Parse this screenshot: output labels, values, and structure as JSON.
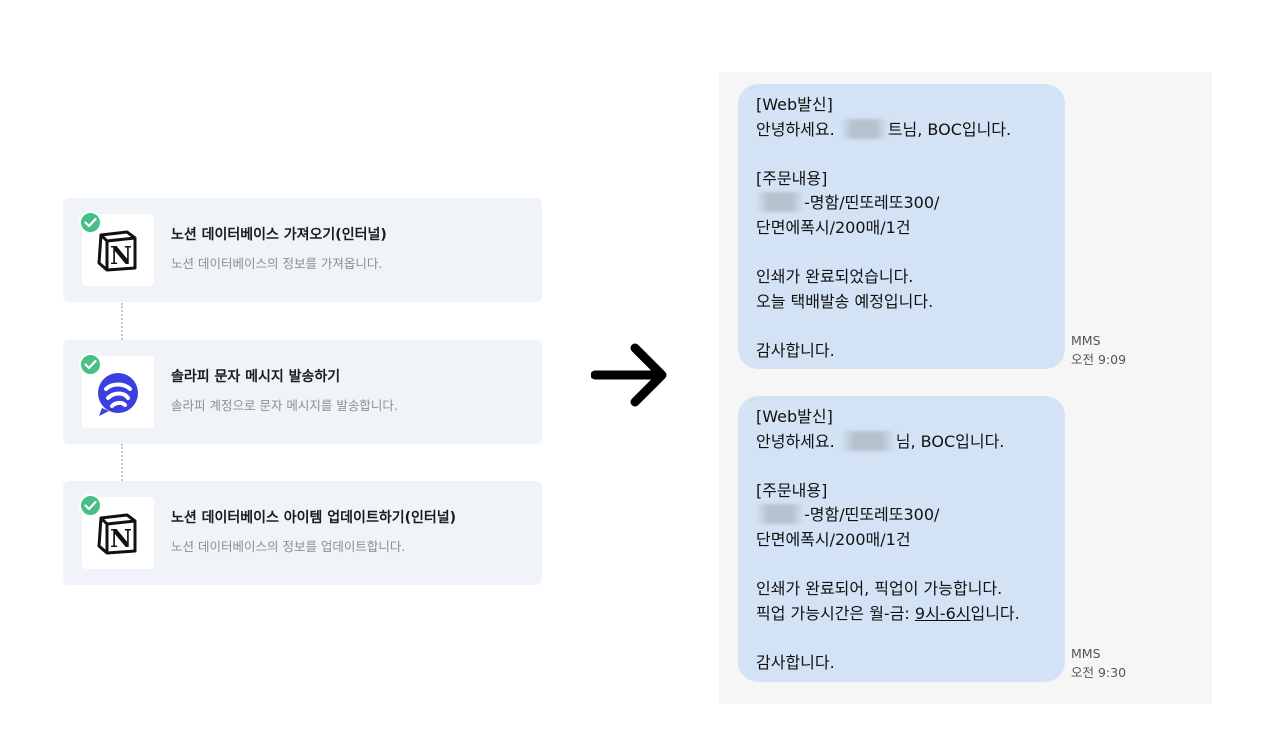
{
  "workflow": {
    "steps": [
      {
        "icon": "notion-logo-icon",
        "title": "노션 데이터베이스 가져오기(인터널)",
        "description": "노션 데이터베이스의 정보를 가져옵니다.",
        "completed": true
      },
      {
        "icon": "solapi-logo-icon",
        "title": "솔라피 문자 메시지 발송하기",
        "description": "솔라피 계정으로 문자 메시지를 발송합니다.",
        "completed": true
      },
      {
        "icon": "notion-logo-icon",
        "title": "노션 데이터베이스 아이템 업데이트하기(인터널)",
        "description": "노션 데이터베이스의 정보를 업데이트합니다.",
        "completed": true
      }
    ],
    "arrow_icon": "arrow-right-icon"
  },
  "messages": [
    {
      "lines": {
        "l1": "[Web발신]",
        "l2_prefix": "안녕하세요. ",
        "l2_fragment": "트",
        "l2_suffix": "님, BOC입니다.",
        "l4": "[주문내용]",
        "l5_suffix": "-명함/띤또레또300/",
        "l6": "단면에폭시/200매/1건",
        "l8": "인쇄가 완료되었습니다.",
        "l9": "오늘 택배발송 예정입니다.",
        "l11": "감사합니다."
      },
      "type": "MMS",
      "time": "오전 9:09"
    },
    {
      "lines": {
        "l1": "[Web발신]",
        "l2_prefix": "안녕하세요. ",
        "l2_suffix": "님, BOC입니다.",
        "l4": "[주문내용]",
        "l5_suffix": "-명함/띤또레또300/",
        "l6": "단면에폭시/200매/1건",
        "l8": "인쇄가 완료되어, 픽업이 가능합니다.",
        "l9_prefix": "픽업 가능시간은 월-금: ",
        "l9_underlined": "9시-6시",
        "l9_suffix": "입니다.",
        "l11": "감사합니다."
      },
      "type": "MMS",
      "time": "오전 9:30"
    }
  ],
  "colors": {
    "card_bg": "#f0f4f8",
    "check_green": "#48bf84",
    "solapi_blue": "#3b3fe0",
    "bubble_bg": "#d3e3f5",
    "chat_bg": "#f6f6f7"
  }
}
